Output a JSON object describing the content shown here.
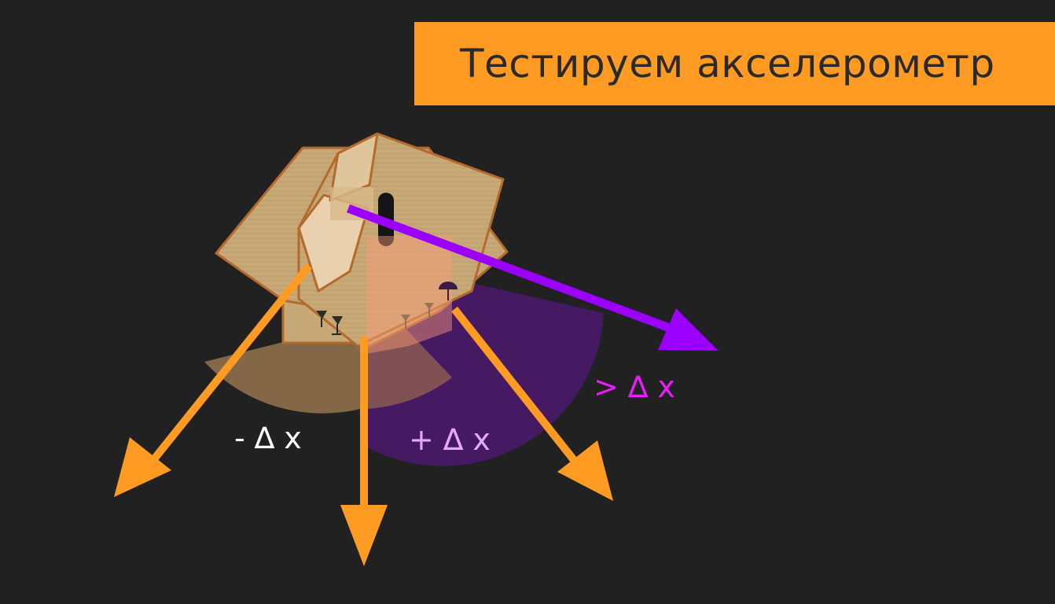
{
  "title": "Тестируем акселерометр",
  "labels": {
    "negative": "- ∆ x",
    "positive": "+ ∆ x",
    "greater": "> ∆ x"
  },
  "colors": {
    "background": "#212121",
    "title_bar": "#ff9b22",
    "title_text": "#2a2a2a",
    "arrow_orange": "#ff9b22",
    "arrow_purple": "#9b00ff",
    "sector_brown": "#836746",
    "sector_purple": "#461a63",
    "label_white": "#ffffff",
    "label_positive": "#e4a8ff",
    "label_greater": "#e81cff"
  },
  "icons": [
    "box-icon",
    "fragile-glass-icon",
    "umbrella-icon"
  ]
}
